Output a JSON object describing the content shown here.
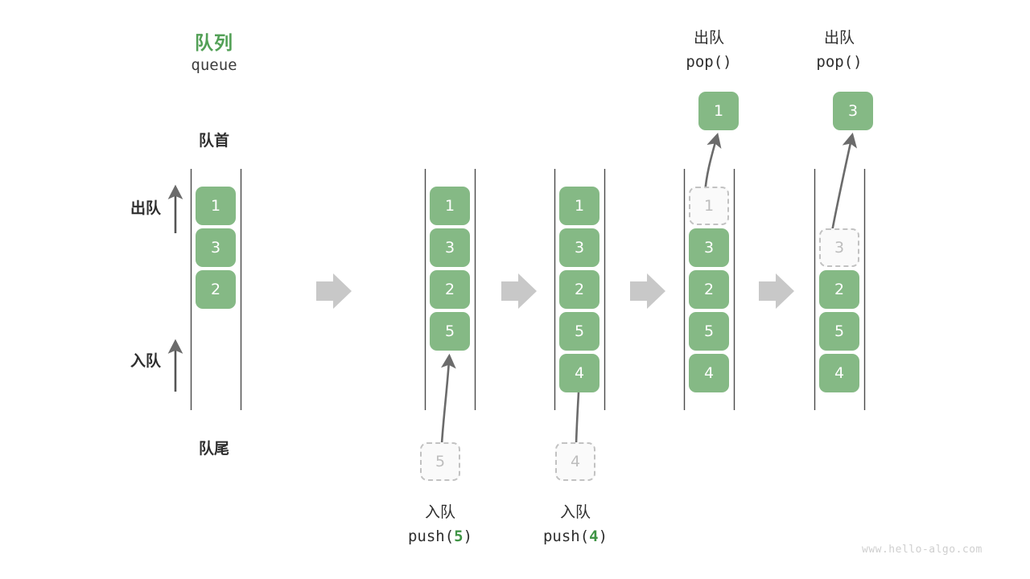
{
  "diagram": {
    "title_cn": "队列",
    "title_code": "queue",
    "head_label": "队首",
    "tail_label": "队尾",
    "side_pop_label": "出队",
    "side_push_label": "入队",
    "watermark": "www.hello-algo.com",
    "colors": {
      "element_green": "#85b985",
      "title_green": "#52a056",
      "ghost_fill": "#fafafa",
      "ghost_border": "#c2c2c2",
      "ghost_text": "#bdbdbd",
      "rail": "#4a4a4a",
      "flow_arrow": "#c8c8c8",
      "op_arrow": "#6b6b6b",
      "text": "#2e2e2e",
      "watermark": "#cfcfcf"
    }
  },
  "columns": [
    {
      "id": "initial",
      "cells": [
        {
          "value": "1",
          "state": "filled"
        },
        {
          "value": "3",
          "state": "filled"
        },
        {
          "value": "2",
          "state": "filled"
        }
      ]
    },
    {
      "id": "after-push-5",
      "cells": [
        {
          "value": "1",
          "state": "filled"
        },
        {
          "value": "3",
          "state": "filled"
        },
        {
          "value": "2",
          "state": "filled"
        },
        {
          "value": "5",
          "state": "filled"
        }
      ],
      "incoming": {
        "value": "5",
        "state": "ghost"
      },
      "op_cn": "入队",
      "op_code_prefix": "push(",
      "op_code_num": "5",
      "op_code_suffix": ")"
    },
    {
      "id": "after-push-4",
      "cells": [
        {
          "value": "1",
          "state": "filled"
        },
        {
          "value": "3",
          "state": "filled"
        },
        {
          "value": "2",
          "state": "filled"
        },
        {
          "value": "5",
          "state": "filled"
        },
        {
          "value": "4",
          "state": "filled"
        }
      ],
      "incoming": {
        "value": "4",
        "state": "ghost"
      },
      "op_cn": "入队",
      "op_code_prefix": "push(",
      "op_code_num": "4",
      "op_code_suffix": ")"
    },
    {
      "id": "after-pop-1",
      "cells": [
        {
          "value": "1",
          "state": "ghost"
        },
        {
          "value": "3",
          "state": "filled"
        },
        {
          "value": "2",
          "state": "filled"
        },
        {
          "value": "5",
          "state": "filled"
        },
        {
          "value": "4",
          "state": "filled"
        }
      ],
      "outgoing": {
        "value": "1",
        "state": "filled"
      },
      "op_cn": "出队",
      "op_code": "pop()"
    },
    {
      "id": "after-pop-3",
      "cells": [
        {
          "value": "",
          "state": "empty"
        },
        {
          "value": "3",
          "state": "ghost"
        },
        {
          "value": "2",
          "state": "filled"
        },
        {
          "value": "5",
          "state": "filled"
        },
        {
          "value": "4",
          "state": "filled"
        }
      ],
      "outgoing": {
        "value": "3",
        "state": "filled"
      },
      "op_cn": "出队",
      "op_code": "pop()"
    }
  ],
  "flow_arrows": [
    {
      "id": "flow-1"
    },
    {
      "id": "flow-2"
    },
    {
      "id": "flow-3"
    },
    {
      "id": "flow-4"
    }
  ]
}
